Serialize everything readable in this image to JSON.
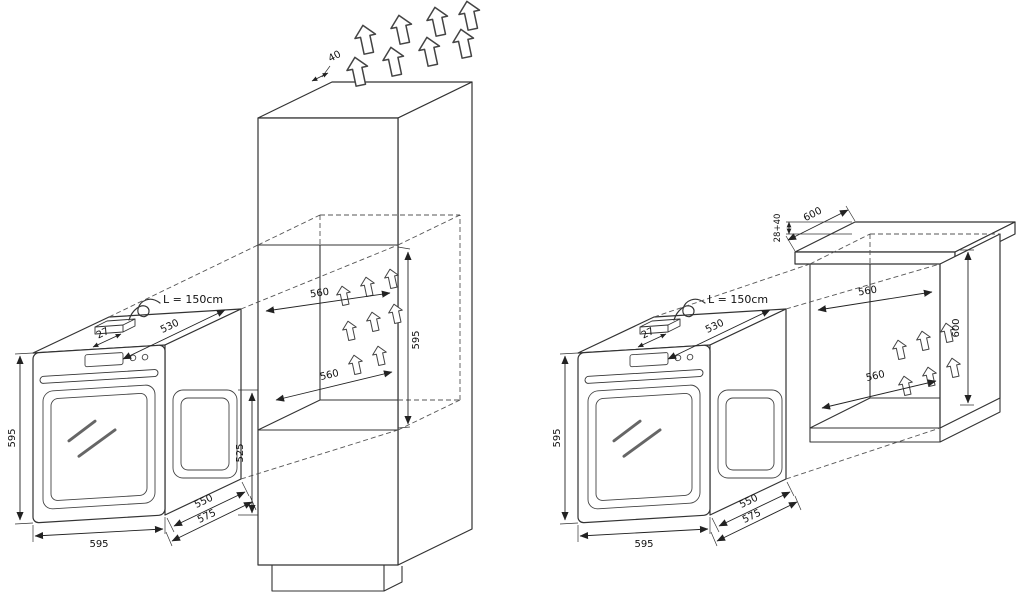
{
  "diagrams": {
    "left": {
      "cable_label": "L = 150cm",
      "oven_dims": {
        "height": "595",
        "width": "595",
        "body_depth": "550",
        "total_depth": "575",
        "top_depth": "530",
        "fascia_offset": "27",
        "body_height": "525"
      },
      "cabinet_dims": {
        "vent_gap": "40",
        "niche_width": "560",
        "niche_depth": "560",
        "niche_height": "595"
      }
    },
    "right": {
      "cable_label": "L = 150cm",
      "oven_dims": {
        "height": "595",
        "width": "595",
        "body_depth": "550",
        "total_depth": "575",
        "top_depth": "530",
        "fascia_offset": "27"
      },
      "cabinet_dims": {
        "worktop_thickness": "28+40",
        "worktop_depth": "600",
        "niche_width": "560",
        "niche_depth": "560",
        "niche_height": "600"
      }
    }
  }
}
